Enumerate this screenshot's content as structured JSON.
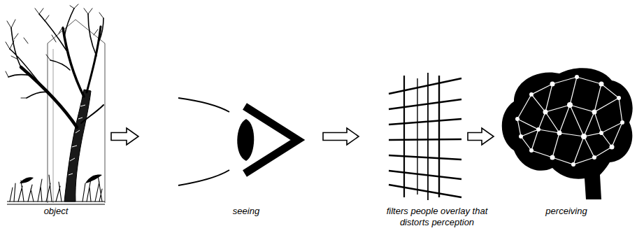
{
  "diagram": {
    "nodes": [
      {
        "text": [
          "object"
        ]
      },
      {
        "text": [
          "seeing"
        ]
      },
      {
        "text": [
          "filters people overlay that distorts perception"
        ]
      },
      {
        "text": [
          "perceiving"
        ]
      }
    ],
    "edges": [
      {
        "from": 0,
        "to": 1,
        "arrow": "to"
      },
      {
        "from": 1,
        "to": 2,
        "arrow": "to"
      },
      {
        "from": 2,
        "to": 3,
        "arrow": "to"
      }
    ]
  }
}
